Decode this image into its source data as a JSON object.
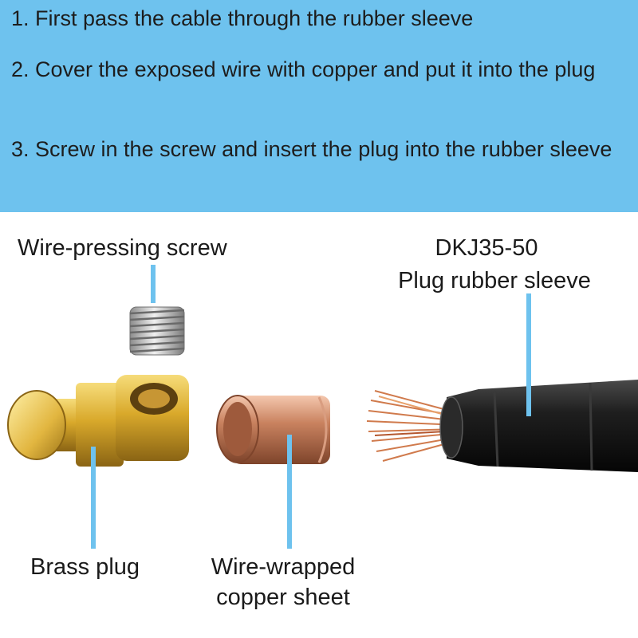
{
  "instructions": {
    "step1": "1. First pass the cable through the rubber sleeve",
    "step2": "2. Cover the exposed wire with copper and put it into the plug",
    "step3": "3. Screw in the screw and insert the plug into the rubber sleeve"
  },
  "labels": {
    "screw": "Wire-pressing screw",
    "model": "DKJ35-50",
    "sleeve": "Plug rubber sleeve",
    "brass": "Brass plug",
    "copper": "Wire-wrapped copper sheet"
  },
  "colors": {
    "banner": "#6ec2ee",
    "pointer": "#6ec2ee",
    "brass": "#d9a92b",
    "copper": "#c9825f",
    "rubber": "#1a1a1a"
  }
}
